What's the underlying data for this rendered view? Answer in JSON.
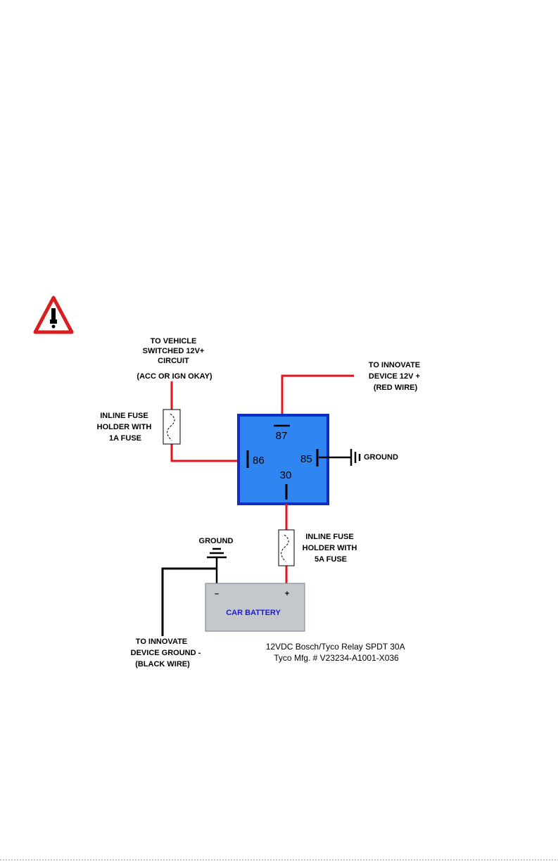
{
  "colors": {
    "wire_positive": "#e8141b",
    "wire_ground": "#000000",
    "relay_fill": "#2f86f0",
    "relay_border": "#0d2fc7",
    "battery_fill": "#c4c7cc",
    "battery_label": "#1a1ad8",
    "warning_red": "#d81e1e"
  },
  "icons": {
    "warning": "warning-triangle-icon"
  },
  "labels": {
    "vehicle_switched": [
      "TO VEHICLE",
      "SWITCHED 12V+",
      "CIRCUIT",
      "(ACC OR IGN OKAY)"
    ],
    "innovate_positive": [
      "TO INNOVATE",
      "DEVICE 12V +",
      "(RED WIRE)"
    ],
    "fuse_1a": [
      "INLINE FUSE",
      "HOLDER WITH",
      "1A FUSE"
    ],
    "fuse_5a": [
      "INLINE FUSE",
      "HOLDER WITH",
      "5A FUSE"
    ],
    "ground_relay": "GROUND",
    "ground_battery": "GROUND",
    "innovate_ground": [
      "TO INNOVATE",
      "DEVICE GROUND -",
      "(BLACK WIRE)"
    ],
    "relay_spec": [
      "12VDC Bosch/Tyco Relay SPDT 30A",
      "Tyco Mfg. # V23234-A1001-X036"
    ]
  },
  "relay": {
    "pin_87": "87",
    "pin_86": "86",
    "pin_85": "85",
    "pin_30": "30"
  },
  "battery": {
    "label": "CAR BATTERY",
    "negative": "–",
    "positive": "+"
  }
}
